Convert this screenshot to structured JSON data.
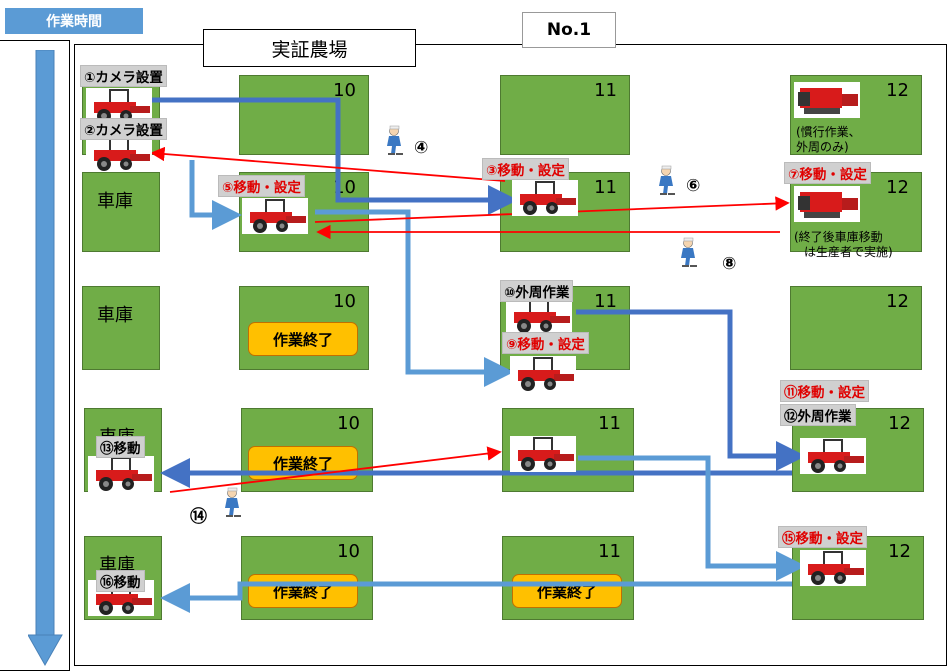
{
  "header": {
    "time_label": "作業時間",
    "no_label": "No.1",
    "farm_title": "実証農場"
  },
  "fields": {
    "f10": "10",
    "f11": "11",
    "f12": "12"
  },
  "garage_label": "車庫",
  "steps": {
    "s1": "①カメラ設置",
    "s2": "②カメラ設置",
    "s3": "③移動・設定",
    "s4": "④",
    "s5": "⑤移動・設定",
    "s6": "⑥",
    "s7": "⑦移動・設定",
    "s8": "⑧",
    "s9": "⑨移動・設定",
    "s10": "⑩外周作業",
    "s11": "⑪移動・設定",
    "s12": "⑫外周作業",
    "s13": "⑬移動",
    "s14": "⑭",
    "s15": "⑮移動・設定",
    "s16": "⑯移動"
  },
  "notes": {
    "n1_line1": "(慣行作業、",
    "n1_line2": "外周のみ)",
    "n2_line1": "(終了後車庫移動",
    "n2_line2": "は生産者で実施)"
  },
  "done_label": "作業終了",
  "colors": {
    "field_green": "#70ad47",
    "arrow_blue_dark": "#4472c4",
    "arrow_blue_light": "#5b9bd5",
    "arrow_red": "#ff0000",
    "done_orange": "#ffc000",
    "step_red": "#e00000"
  }
}
